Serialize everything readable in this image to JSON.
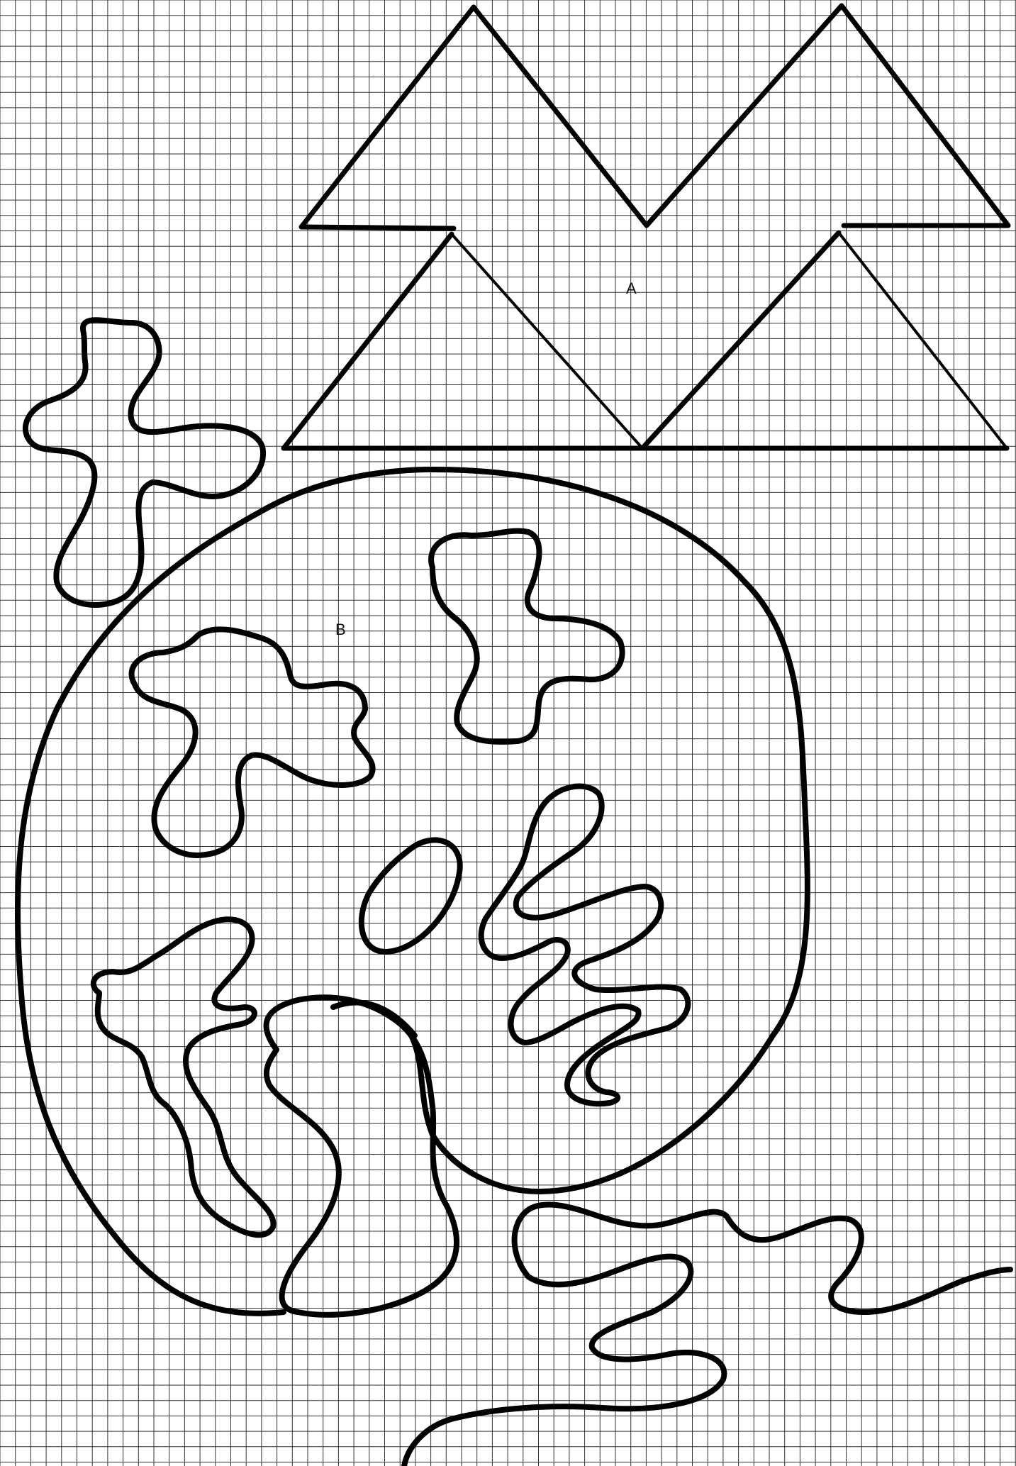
{
  "sheet": {
    "background_color": "#ffffff",
    "grid_color": "#333333",
    "ink_color": "#000000",
    "grid_type": "square graph paper"
  },
  "labels": {
    "region_a": "A",
    "region_b": "B"
  },
  "figures": [
    {
      "id": "upper-zigzag",
      "kind": "triangles",
      "label": "A"
    },
    {
      "id": "lower-triangles",
      "kind": "triangles"
    },
    {
      "id": "large-circle",
      "kind": "closed outline",
      "label": "B"
    },
    {
      "id": "cross-blob-outside",
      "kind": "closed outline"
    },
    {
      "id": "top-left-blob",
      "kind": "closed outline"
    },
    {
      "id": "top-right-blob",
      "kind": "closed outline"
    },
    {
      "id": "oval",
      "kind": "closed outline"
    },
    {
      "id": "zigzag-worm",
      "kind": "closed outline"
    },
    {
      "id": "lower-left-blob",
      "kind": "closed outline"
    },
    {
      "id": "lower-center-blob",
      "kind": "closed outline"
    },
    {
      "id": "bottom-squiggle",
      "kind": "open curve"
    }
  ]
}
